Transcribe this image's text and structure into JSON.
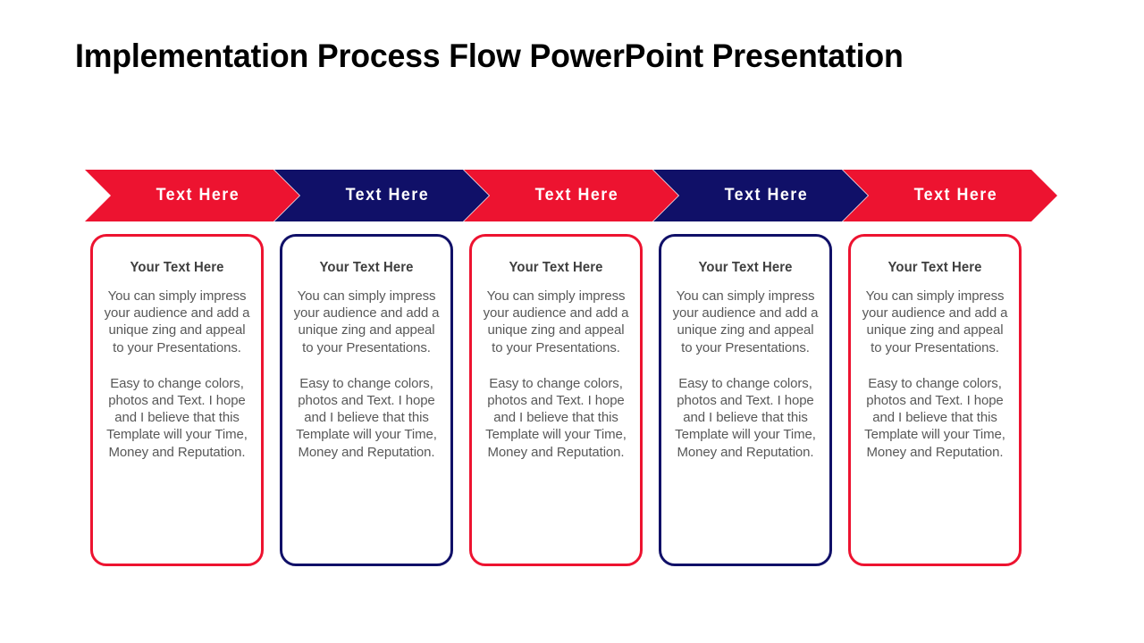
{
  "slide": {
    "title": "Implementation Process Flow PowerPoint Presentation",
    "background_color": "#ffffff"
  },
  "theme": {
    "red": "#ED1330",
    "navy": "#101068",
    "heading_text_color": "#3f3f3f",
    "body_text_color": "#585858",
    "chevron_label_color": "#ffffff"
  },
  "steps": [
    {
      "banner_label": "Text Here",
      "banner_color": "#ED1330",
      "card_border_color": "#ED1330",
      "card_heading": "Your Text Here",
      "card_paragraph_1": "You can simply impress your audience and add a unique zing and appeal to your Presentations.",
      "card_paragraph_2": "Easy to change colors, photos and Text. I hope and I believe that this Template will your Time, Money and Reputation."
    },
    {
      "banner_label": "Text Here",
      "banner_color": "#101068",
      "card_border_color": "#101068",
      "card_heading": "Your Text Here",
      "card_paragraph_1": "You can simply impress your audience and add a unique zing and appeal to your Presentations.",
      "card_paragraph_2": "Easy to change colors, photos and Text. I hope and I believe that this Template will your Time, Money and Reputation."
    },
    {
      "banner_label": "Text Here",
      "banner_color": "#ED1330",
      "card_border_color": "#ED1330",
      "card_heading": "Your Text Here",
      "card_paragraph_1": "You can simply impress your audience and add a unique zing and appeal to your Presentations.",
      "card_paragraph_2": "Easy to change colors, photos and Text. I hope and I believe that this Template will your Time, Money and Reputation."
    },
    {
      "banner_label": "Text Here",
      "banner_color": "#101068",
      "card_border_color": "#101068",
      "card_heading": "Your Text Here",
      "card_paragraph_1": "You can simply impress your audience and add a unique zing and appeal to your Presentations.",
      "card_paragraph_2": "Easy to change colors, photos and Text. I hope and I believe that this Template will your Time, Money and Reputation."
    },
    {
      "banner_label": "Text Here",
      "banner_color": "#ED1330",
      "card_border_color": "#ED1330",
      "card_heading": "Your Text Here",
      "card_paragraph_1": "You can simply impress your audience and add a unique zing and appeal to your Presentations.",
      "card_paragraph_2": "Easy to change colors, photos and Text. I hope and I believe that this Template will your Time, Money and Reputation."
    }
  ]
}
